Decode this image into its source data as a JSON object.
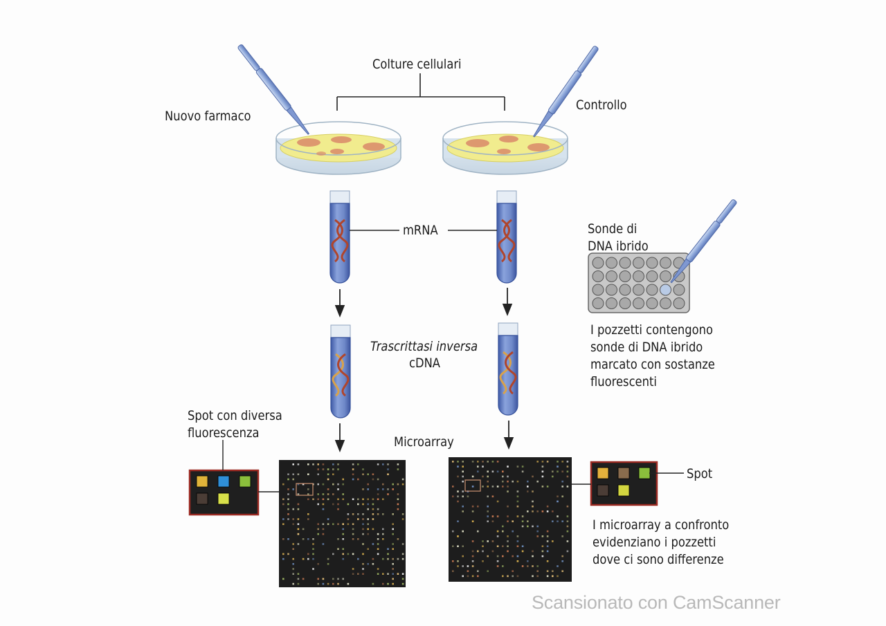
{
  "labels": {
    "cell_cultures": "Colture cellulari",
    "new_drug": "Nuovo farmaco",
    "control": "Controllo",
    "mrna": "mRNA",
    "reverse_transcriptase": "Trascrittasi inversa",
    "cdna": "cDNA",
    "hybrid_probes": "Sonde di\nDNA ibrido",
    "wells_description": "I pozzetti contengono\nsonde di DNA ibrido\nmarcato con sostanze\nfluorescenti",
    "spot_fluorescence": "Spot con diversa\nfluorescenza",
    "microarray": "Microarray",
    "spot": "Spot",
    "comparison_note": "I microarray a confronto\nevidenziano i pozzetti\ndove ci sono differenze"
  },
  "watermark": "Scansionato con CamScanner",
  "colors": {
    "dish_medium": "#f1ec8e",
    "colony": "#d98a6a",
    "tube_fluid": "#6b86c9",
    "mrna_helix": "#b0452c",
    "cdna_helix": "#d9a24b",
    "array_bg": "#1d1d1d",
    "zoom_frame": "#9c2a22",
    "plate_well": "#a9a9a9"
  },
  "zoom_left_spots": [
    "#e0b33a",
    "#2f8fd8",
    "#8bbf3c",
    "#4b3d36",
    "#d8e04a"
  ],
  "zoom_right_spots": [
    "#e3b13c",
    "#8a6c4d",
    "#8bbf3c",
    "#4b3d36",
    "#d3d640"
  ]
}
